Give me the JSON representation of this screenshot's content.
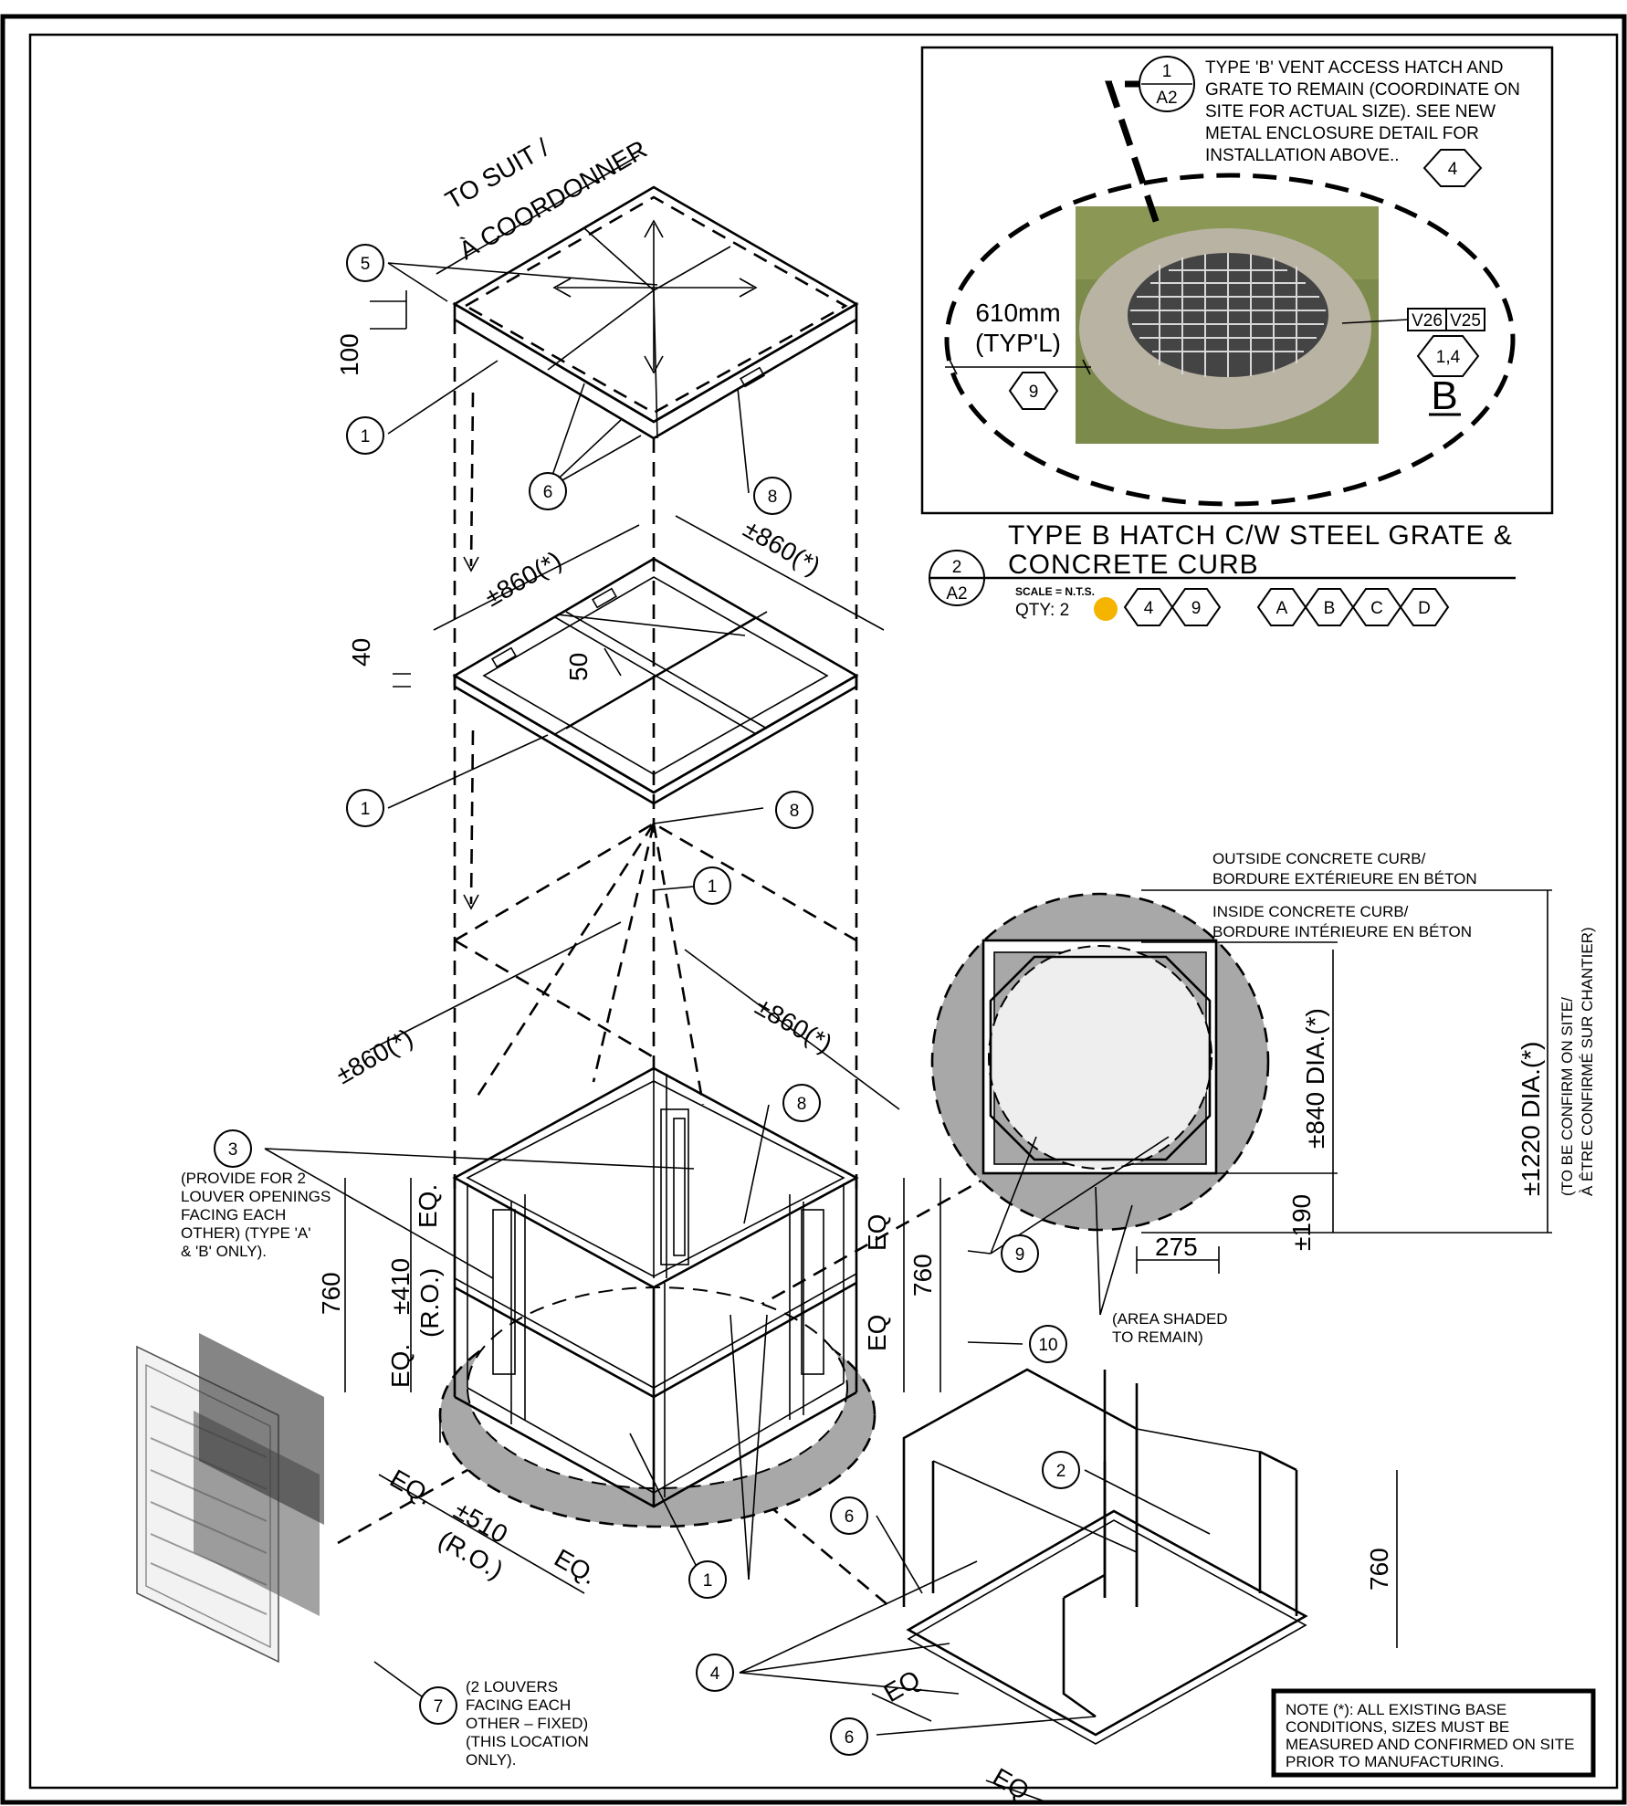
{
  "title_block": {
    "detail_number": "2",
    "sheet_ref": "A2",
    "title_line_1": "TYPE B HATCH C/W STEEL GRATE &",
    "title_line_2": "CONCRETE CURB",
    "scale_label": "SCALE = N.T.S.",
    "qty_label": "QTY: 2",
    "qty_dot_color": "#f5b400",
    "tags_a": [
      "4",
      "9"
    ],
    "tags_b": [
      "A",
      "B",
      "C",
      "D"
    ]
  },
  "inset": {
    "callout_number": "1",
    "callout_sheet": "A2",
    "note_lines": [
      "TYPE 'B' VENT ACCESS HATCH AND",
      "GRATE TO REMAIN (COORDINATE ON",
      "SITE FOR ACTUAL SIZE). SEE NEW",
      "METAL ENCLOSURE DETAIL FOR",
      "INSTALLATION ABOVE.."
    ],
    "note_tag": "4",
    "dim_text": "610mm",
    "dim_text_2": "(TYP'L)",
    "dim_tag": "9",
    "box_tags": [
      "V26",
      "V25"
    ],
    "hex_tag": "1,4",
    "type_letter": "B"
  },
  "exploded": {
    "to_suit_1": "TO SUIT /",
    "to_suit_2": "À COORDONNER",
    "dim_100": "100",
    "dim_40": "40",
    "dim_50": "50",
    "dim_860": "±860(*)",
    "dim_760": "760",
    "dim_eq": "EQ.",
    "dim_eq_plain": "EQ",
    "dim_410": "±410",
    "dim_ro": "(R.O.)",
    "dim_510": "±510",
    "callouts": [
      "1",
      "2",
      "3",
      "4",
      "5",
      "6",
      "7",
      "8",
      "9",
      "10"
    ],
    "note_3": [
      "(PROVIDE FOR 2",
      "LOUVER OPENINGS",
      "FACING EACH",
      "OTHER) (TYPE 'A'",
      "& 'B' ONLY)."
    ],
    "note_7": [
      "(2 LOUVERS",
      "FACING EACH",
      "OTHER – FIXED)",
      "(THIS LOCATION",
      "ONLY)."
    ],
    "note_area": [
      "(AREA SHADED",
      "TO REMAIN)"
    ]
  },
  "plan": {
    "outside_label_1": "OUTSIDE CONCRETE CURB/",
    "outside_label_2": "BORDURE EXTÉRIEURE EN BÉTON",
    "inside_label_1": "INSIDE CONCRETE CURB/",
    "inside_label_2": "BORDURE INTÉRIEURE EN BÉTON",
    "dim_840": "±840 DIA.(*)",
    "dim_190": "±190",
    "dim_275": "275",
    "dim_1220": "±1220 DIA.(*)",
    "confirm_1": "(TO BE CONFIRM ON SITE/",
    "confirm_2": "À ÊTRE CONFIRMÉ SUR CHANTIER)"
  },
  "note_box": {
    "lines": [
      "NOTE (*): ALL EXISTING BASE",
      "CONDITIONS, SIZES MUST BE",
      "MEASURED AND CONFIRMED ON SITE",
      "PRIOR TO MANUFACTURING."
    ]
  }
}
